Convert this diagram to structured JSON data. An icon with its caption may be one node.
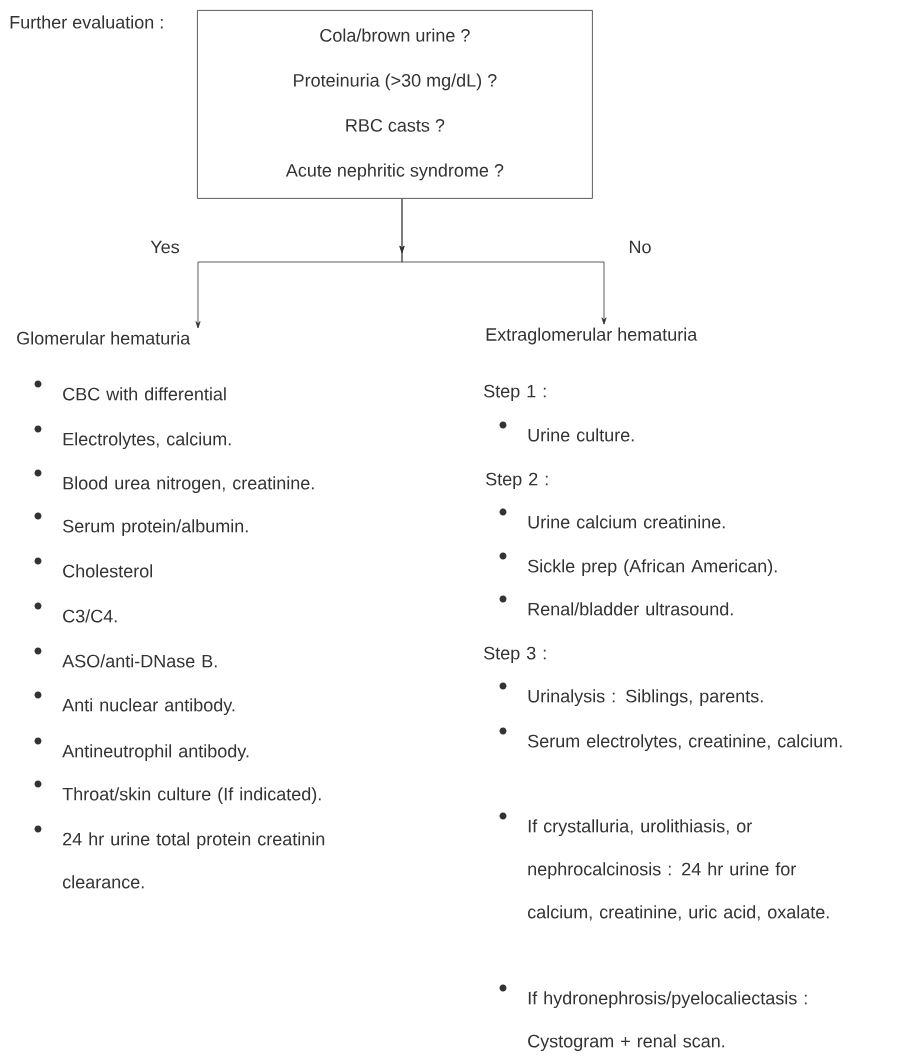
{
  "diagram": {
    "title": "Further evaluation :",
    "nodes": [
      {
        "text": [
          "Cola/brown urine ?",
          "Proteinuria (>30 mg/dL) ?",
          "RBC casts ?",
          "Acute nephritic syndrome ?"
        ]
      },
      {
        "text": [
          "Glomerular hematuria"
        ]
      },
      {
        "text": [
          "Extraglomerular hematuria"
        ]
      }
    ],
    "edges": [
      {
        "from": 0,
        "to": 1,
        "arrow": "to",
        "label": "Yes"
      },
      {
        "from": 0,
        "to": 2,
        "arrow": "to",
        "label": "No"
      }
    ],
    "labels": [
      "CBC with differential",
      "Electrolytes, calcium.",
      "Blood urea nitrogen, creatinine.",
      "Serum protein/albumin.",
      "Cholesterol",
      "C3/C4.",
      "ASO/anti-DNase B.",
      "Anti nuclear antibody.",
      "Antineutrophil antibody.",
      "Throat/skin culture (If indicated).",
      "24 hr urine total protein creatinin clearance.",
      "Step 1 :",
      "Urine culture.",
      "Step 2 :",
      "Urine calcium creatinine.",
      "Sickle prep (African American).",
      "Renal/bladder ultrasound.",
      "Step 3 :",
      "Urinalysis : Siblings, parents.",
      "Serum electrolytes, creatinine, calcium.",
      "If crystalluria, urolithiasis, or nephrocalcinosis : 24 hr urine for calcium, creatinine, uric acid, oxalate.",
      "If hydronephrosis/pyelocaliectasis : Cystogram + renal scan."
    ]
  }
}
